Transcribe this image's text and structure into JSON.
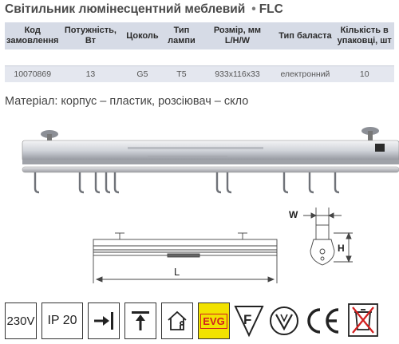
{
  "title": "Світильник люмінесцентний меблевий",
  "bullet": "•",
  "model": "FLC",
  "table": {
    "headers": [
      "Код замовлення",
      "Потужність, Вт",
      "Цоколь",
      "Тип лампи",
      "Розмір, мм L/H/W",
      "Тип баласта",
      "Кількість в упаковці, шт"
    ],
    "row": [
      "10070869",
      "13",
      "G5",
      "T5",
      "933x116x33",
      "електронний",
      "10"
    ]
  },
  "material": "Матеріал: корпус – пластик, розсіювач – скло",
  "drawing": {
    "label_w": "W",
    "label_h": "H",
    "label_l": "L"
  },
  "icons": {
    "voltage": "230V",
    "ip": "IP 20",
    "evg": "EVG",
    "f_mark": "F"
  },
  "colors": {
    "header_bg": "#d6dbe6",
    "row_bg": "#e4e7ef",
    "evg_bg": "#f2e200",
    "evg_text": "#d21f1f"
  }
}
